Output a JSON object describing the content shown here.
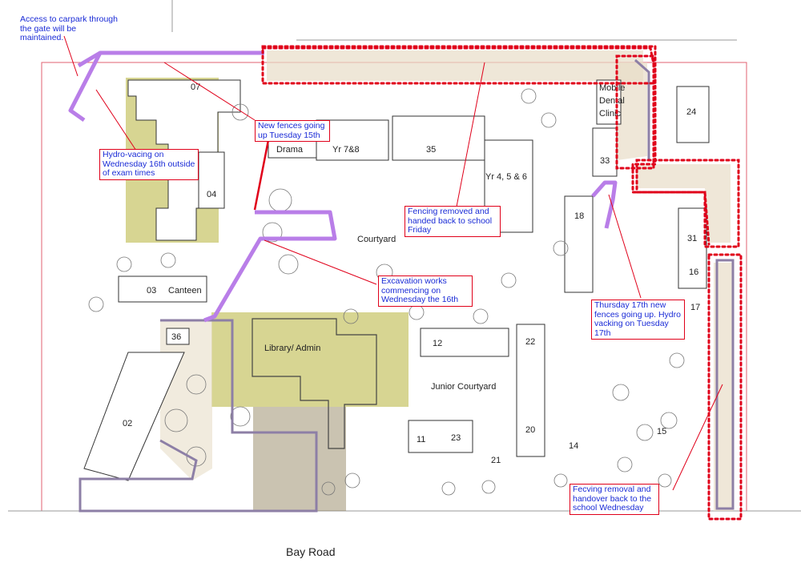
{
  "map": {
    "road_label": "Bay Road",
    "buildings": [
      "07",
      "04",
      "03",
      "Canteen",
      "36",
      "02",
      "Library/ Admin",
      "Drama",
      "Yr 7&8",
      "35",
      "Yr 4, 5 & 6",
      "18",
      "Courtyard",
      "Mobile",
      "Dental",
      "Clinic",
      "33",
      "24",
      "31",
      "16",
      "17",
      "12",
      "22",
      "Junior Courtyard",
      "11",
      "23",
      "21",
      "20",
      "14",
      "15"
    ]
  },
  "callouts": [
    {
      "id": "carpark",
      "text": "Access to carpark through the gate will be maintained."
    },
    {
      "id": "fences-tue",
      "text": "New fences going up Tuesday 15th"
    },
    {
      "id": "hydro-wed",
      "text": "Hydro-vacing on Wednesday 16th outside of exam times"
    },
    {
      "id": "fencing-fri",
      "text": "Fencing removed and handed back to school Friday"
    },
    {
      "id": "excavation",
      "text": "Excavation works commencing on Wednesday the 16th"
    },
    {
      "id": "thursday",
      "text": "Thursday 17th new fences going up. Hydro vacking on Tuesday 17th"
    },
    {
      "id": "fecving",
      "text": "Fecving removal and handover back to the school Wednesday"
    }
  ],
  "colors": {
    "callout_text": "#1a2bd6",
    "callout_border": "#e0001a",
    "zone": "#b6b338",
    "new_fence": "#b97ee8",
    "fence_removed": "#e0001a"
  }
}
